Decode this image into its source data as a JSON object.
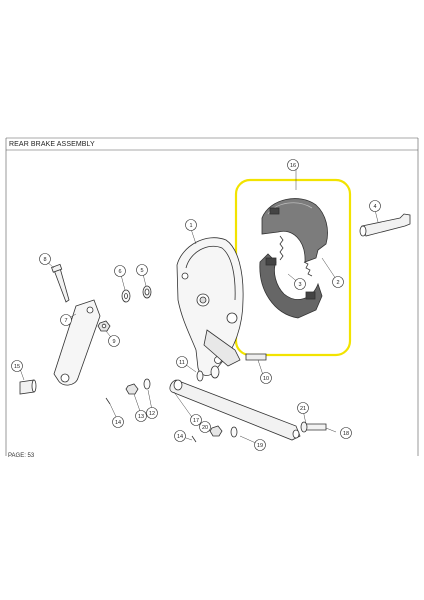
{
  "sheet": {
    "title": "REAR BRAKE ASSEMBLY",
    "page_label": "PAGE: 53"
  },
  "colors": {
    "line": "#333333",
    "highlight": "#f2e300",
    "part_fill": "#f4f4f4",
    "shoe_dark": "#5c5c5c",
    "shoe_mid": "#8c8c8c"
  },
  "callouts": [
    {
      "id": "c1",
      "label": "1"
    },
    {
      "id": "c2",
      "label": "2"
    },
    {
      "id": "c3",
      "label": "3"
    },
    {
      "id": "c4",
      "label": "4"
    },
    {
      "id": "c5",
      "label": "5"
    },
    {
      "id": "c6",
      "label": "6"
    },
    {
      "id": "c7",
      "label": "7"
    },
    {
      "id": "c8",
      "label": "8"
    },
    {
      "id": "c9",
      "label": "9"
    },
    {
      "id": "c10",
      "label": "10"
    },
    {
      "id": "c11",
      "label": "11"
    },
    {
      "id": "c12",
      "label": "12"
    },
    {
      "id": "c13",
      "label": "13"
    },
    {
      "id": "c14a",
      "label": "14"
    },
    {
      "id": "c14b",
      "label": "14"
    },
    {
      "id": "c15",
      "label": "15"
    },
    {
      "id": "c16",
      "label": "16"
    },
    {
      "id": "c17",
      "label": "17"
    },
    {
      "id": "c18",
      "label": "18"
    },
    {
      "id": "c19",
      "label": "19"
    },
    {
      "id": "c20",
      "label": "20"
    },
    {
      "id": "c21",
      "label": "21"
    }
  ]
}
